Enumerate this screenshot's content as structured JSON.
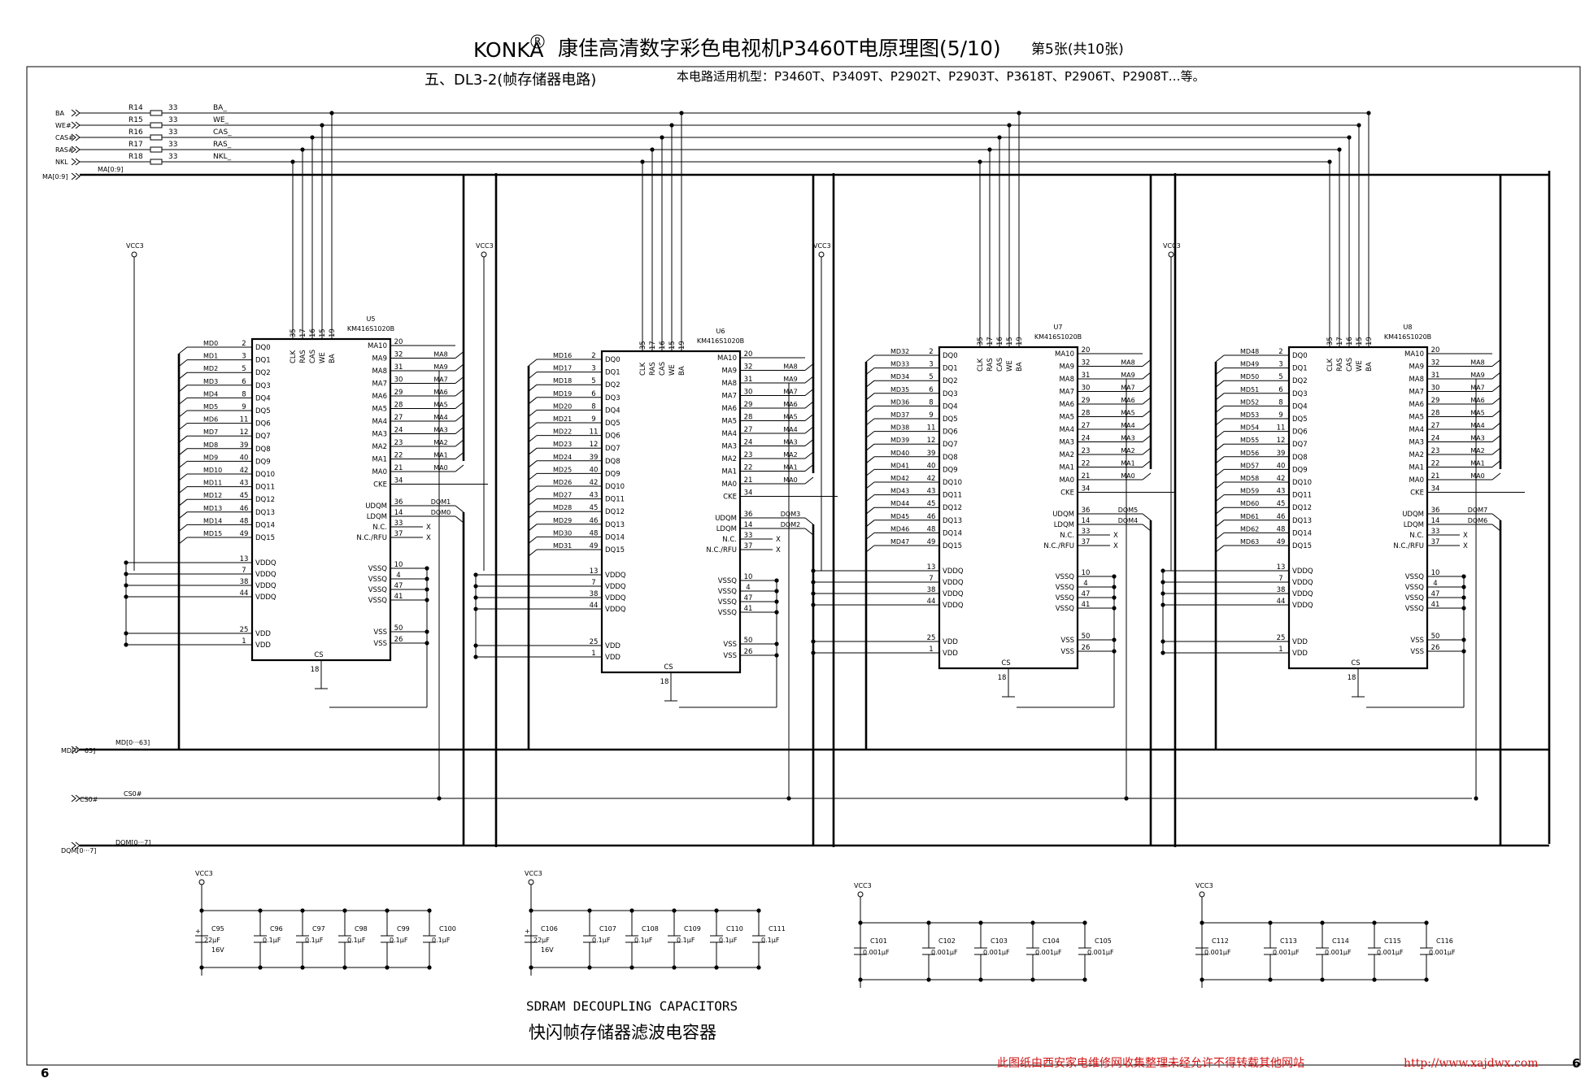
{
  "header": {
    "brand": "KONKA",
    "registered": "R",
    "title": "康佳高清数字彩色电视机P3460T电原理图(5/10)",
    "sheet": "第5张(共10张)"
  },
  "section": {
    "title": "五、DL3-2(帧存储器电路)",
    "models": "本电路适用机型：P3460T、P3409T、P2902T、P2903T、P3618T、P2906T、P2908T…等。"
  },
  "inputs": [
    {
      "net": "BA",
      "ref": "R14",
      "value": "33",
      "out": "BA_"
    },
    {
      "net": "WE#",
      "ref": "R15",
      "value": "33",
      "out": "WE_"
    },
    {
      "net": "CAS#",
      "ref": "R16",
      "value": "33",
      "out": "CAS_"
    },
    {
      "net": "RAS#",
      "ref": "R17",
      "value": "33",
      "out": "RAS_"
    },
    {
      "net": "NKL",
      "ref": "R18",
      "value": "33",
      "out": "NKL_"
    }
  ],
  "buses": {
    "ma": "MA[0:9]",
    "ma_in": "MA[0:9]",
    "md": "MD[0···63]",
    "md_in": "MD[0···63]",
    "cs": "CS0#",
    "cs_in": "CS0#",
    "dqm": "DQM[0···7]",
    "dqm_in": "DQM[0···7]"
  },
  "power_label": "VCC3",
  "chip_common": {
    "part": "KM416S1020B",
    "top_pins": [
      {
        "name": "CLK",
        "num": "35"
      },
      {
        "name": "RAS",
        "num": "17"
      },
      {
        "name": "CAS",
        "num": "16"
      },
      {
        "name": "WE",
        "num": "15"
      },
      {
        "name": "BA",
        "num": "19"
      }
    ],
    "left_dq": [
      {
        "name": "DQ0",
        "num": "2"
      },
      {
        "name": "DQ1",
        "num": "3"
      },
      {
        "name": "DQ2",
        "num": "5"
      },
      {
        "name": "DQ3",
        "num": "6"
      },
      {
        "name": "DQ4",
        "num": "8"
      },
      {
        "name": "DQ5",
        "num": "9"
      },
      {
        "name": "DQ6",
        "num": "11"
      },
      {
        "name": "DQ7",
        "num": "12"
      },
      {
        "name": "DQ8",
        "num": "39"
      },
      {
        "name": "DQ9",
        "num": "40"
      },
      {
        "name": "DQ10",
        "num": "42"
      },
      {
        "name": "DQ11",
        "num": "43"
      },
      {
        "name": "DQ12",
        "num": "45"
      },
      {
        "name": "DQ13",
        "num": "46"
      },
      {
        "name": "DQ14",
        "num": "48"
      },
      {
        "name": "DQ15",
        "num": "49"
      }
    ],
    "left_pwr": [
      {
        "name": "VDDQ",
        "num": "13"
      },
      {
        "name": "VDDQ",
        "num": "7"
      },
      {
        "name": "VDDQ",
        "num": "38"
      },
      {
        "name": "VDDQ",
        "num": "44"
      },
      {
        "name": "VDD",
        "num": "25"
      },
      {
        "name": "VDD",
        "num": "1"
      }
    ],
    "right_ma": [
      {
        "name": "MA10",
        "num": "20"
      },
      {
        "name": "MA9",
        "num": "32"
      },
      {
        "name": "MA8",
        "num": "31"
      },
      {
        "name": "MA7",
        "num": "30"
      },
      {
        "name": "MA6",
        "num": "29"
      },
      {
        "name": "MA5",
        "num": "28"
      },
      {
        "name": "MA4",
        "num": "27"
      },
      {
        "name": "MA3",
        "num": "24"
      },
      {
        "name": "MA2",
        "num": "23"
      },
      {
        "name": "MA1",
        "num": "22"
      },
      {
        "name": "MA0",
        "num": "21"
      },
      {
        "name": "CKE",
        "num": "34"
      }
    ],
    "right_ctrl": [
      {
        "name": "UDQM",
        "num": "36"
      },
      {
        "name": "LDQM",
        "num": "14"
      },
      {
        "name": "N.C.",
        "num": "33"
      },
      {
        "name": "N.C./RFU",
        "num": "37"
      }
    ],
    "right_pwr": [
      {
        "name": "VSSQ",
        "num": "10"
      },
      {
        "name": "VSSQ",
        "num": "4"
      },
      {
        "name": "VSSQ",
        "num": "47"
      },
      {
        "name": "VSSQ",
        "num": "41"
      },
      {
        "name": "VSS",
        "num": "50"
      },
      {
        "name": "VSS",
        "num": "26"
      }
    ],
    "cs_pin": {
      "name": "CS",
      "num": "18"
    },
    "nc_mark": "X"
  },
  "chips": [
    {
      "ref": "U5",
      "md": [
        "MD0",
        "MD1",
        "MD2",
        "MD3",
        "MD4",
        "MD5",
        "MD6",
        "MD7",
        "MD8",
        "MD9",
        "MD10",
        "MD11",
        "MD12",
        "MD13",
        "MD14",
        "MD15"
      ],
      "ma_out": [
        "MA8",
        "MA9",
        "MA7",
        "MA6",
        "MA5",
        "MA4",
        "MA3",
        "MA2",
        "MA1",
        "MA0"
      ],
      "dqm": [
        "DQM1",
        "DQM0"
      ]
    },
    {
      "ref": "U6",
      "md": [
        "MD16",
        "MD17",
        "MD18",
        "MD19",
        "MD20",
        "MD21",
        "MD22",
        "MD23",
        "MD24",
        "MD25",
        "MD26",
        "MD27",
        "MD28",
        "MD29",
        "MD30",
        "MD31"
      ],
      "ma_out": [
        "MA8",
        "MA9",
        "MA7",
        "MA6",
        "MA5",
        "MA4",
        "MA3",
        "MA2",
        "MA1",
        "MA0"
      ],
      "dqm": [
        "DQM3",
        "DQM2"
      ]
    },
    {
      "ref": "U7",
      "md": [
        "MD32",
        "MD33",
        "MD34",
        "MD35",
        "MD36",
        "MD37",
        "MD38",
        "MD39",
        "MD40",
        "MD41",
        "MD42",
        "MD43",
        "MD44",
        "MD45",
        "MD46",
        "MD47"
      ],
      "ma_out": [
        "MA8",
        "MA9",
        "MA7",
        "MA6",
        "MA5",
        "MA4",
        "MA3",
        "MA2",
        "MA1",
        "MA0"
      ],
      "dqm": [
        "DQM5",
        "DQM4"
      ]
    },
    {
      "ref": "U8",
      "md": [
        "MD48",
        "MD49",
        "MD50",
        "MD51",
        "MD52",
        "MD53",
        "MD54",
        "MD55",
        "MD56",
        "MD57",
        "MD58",
        "MD59",
        "MD60",
        "MD61",
        "MD62",
        "MD63"
      ],
      "ma_out": [
        "MA8",
        "MA9",
        "MA7",
        "MA6",
        "MA5",
        "MA4",
        "MA3",
        "MA2",
        "MA1",
        "MA0"
      ],
      "dqm": [
        "DQM7",
        "DQM6"
      ]
    }
  ],
  "cap_groups": [
    {
      "caps": [
        {
          "ref": "C95",
          "value": "22μF",
          "rating": "16V",
          "polar": true
        },
        {
          "ref": "C96",
          "value": "0.1μF"
        },
        {
          "ref": "C97",
          "value": "0.1μF"
        },
        {
          "ref": "C98",
          "value": "0.1μF"
        },
        {
          "ref": "C99",
          "value": "0.1μF"
        },
        {
          "ref": "C100",
          "value": "0.1μF"
        }
      ]
    },
    {
      "caps": [
        {
          "ref": "C106",
          "value": "22μF",
          "rating": "16V",
          "polar": true
        },
        {
          "ref": "C107",
          "value": "0.1μF"
        },
        {
          "ref": "C108",
          "value": "0.1μF"
        },
        {
          "ref": "C109",
          "value": "0.1μF"
        },
        {
          "ref": "C110",
          "value": "0.1μF"
        },
        {
          "ref": "C111",
          "value": "0.1μF"
        }
      ]
    },
    {
      "caps": [
        {
          "ref": "C101",
          "value": "0.001μF"
        },
        {
          "ref": "C102",
          "value": "0.001μF"
        },
        {
          "ref": "C103",
          "value": "0.001μF"
        },
        {
          "ref": "C104",
          "value": "0.001μF"
        },
        {
          "ref": "C105",
          "value": "0.001μF"
        }
      ]
    },
    {
      "caps": [
        {
          "ref": "C112",
          "value": "0.001μF"
        },
        {
          "ref": "C113",
          "value": "0.001μF"
        },
        {
          "ref": "C114",
          "value": "0.001μF"
        },
        {
          "ref": "C115",
          "value": "0.001μF"
        },
        {
          "ref": "C116",
          "value": "0.001μF"
        }
      ]
    }
  ],
  "captions": {
    "english": "SDRAM DECOUPLING CAPACITORS",
    "chinese": "快闪帧存储器滤波电容器"
  },
  "footer": {
    "page_left": "6",
    "page_right": "6",
    "notice": "此图纸由西安家电维修网收集整理未经允许不得转载其他网站",
    "url": "http://www.xajdwx.com"
  },
  "colors": {
    "footer_text": "#d21414",
    "line": "#000000",
    "background": "#ffffff"
  }
}
